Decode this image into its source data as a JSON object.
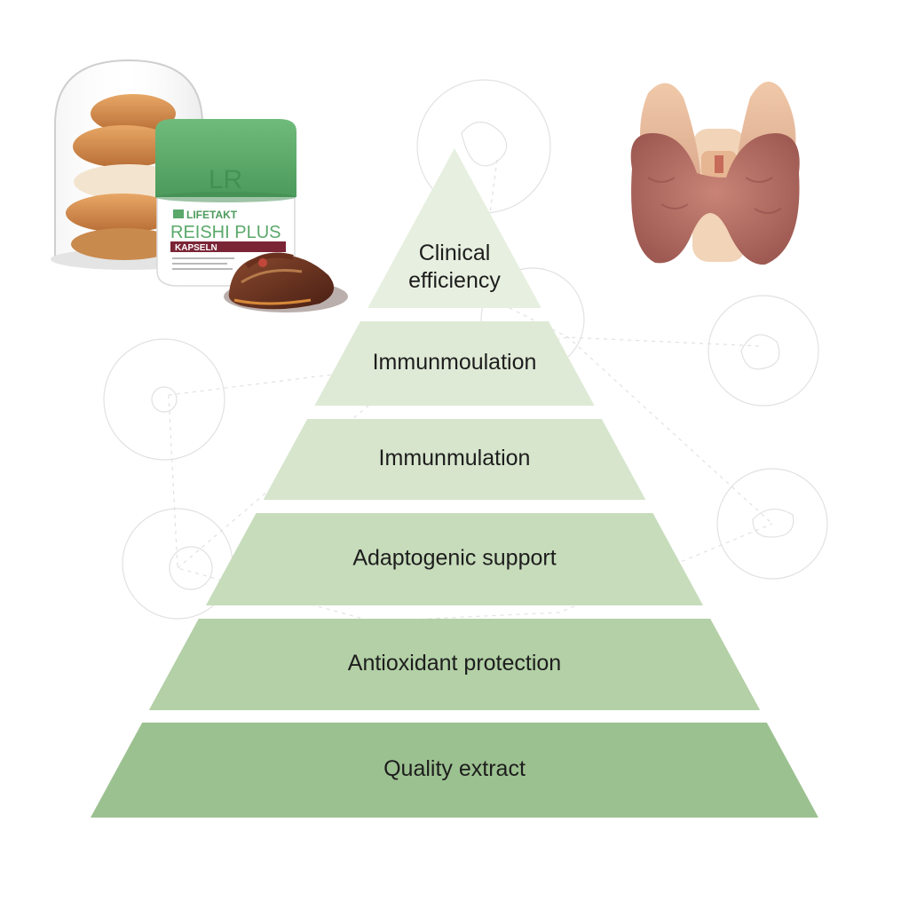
{
  "pyramid": {
    "levels": [
      {
        "label_lines": [
          "Clinical",
          "efficiency"
        ],
        "color": "#e7f0e0"
      },
      {
        "label_lines": [
          "Immunmoulation"
        ],
        "color": "#dfead6"
      },
      {
        "label_lines": [
          "Immunmulation"
        ],
        "color": "#d6e5cc"
      },
      {
        "label_lines": [
          "Adaptogenic support"
        ],
        "color": "#c7dcbb"
      },
      {
        "label_lines": [
          "Antioxidant protection"
        ],
        "color": "#b3d0a6"
      },
      {
        "label_lines": [
          "Quality extract"
        ],
        "color": "#9cc190"
      }
    ]
  },
  "product": {
    "brand": "LIFETAKT",
    "logo": "LR",
    "name": "REISHI PLUS",
    "variant": "KAPSELN",
    "lid_color": "#5aa86a",
    "band_color": "#7b2436"
  },
  "icons": {
    "product_jar": "supplement-jar-illustration",
    "mushroom": "reishi-mushroom-illustration",
    "glass_dome": "glass-dome-illustration",
    "thyroid": "thyroid-gland-illustration",
    "background": "cell-network-icon"
  }
}
